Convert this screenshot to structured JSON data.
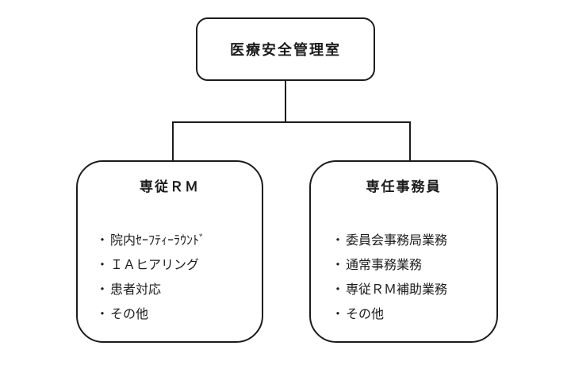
{
  "diagram": {
    "bullet": "・",
    "colors": {
      "line": "#1c1c1c",
      "text": "#1c1c1c",
      "background": "#ffffff"
    },
    "root": {
      "label": "医療安全管理室"
    },
    "children": [
      {
        "title": "専従ＲＭ",
        "items": [
          "院内ｾｰﾌﾃｨｰﾗｳﾝﾄﾞ",
          "ＩＡヒアリング",
          "患者対応",
          "その他"
        ]
      },
      {
        "title": "専任事務員",
        "items": [
          "委員会事務局業務",
          "通常事務業務",
          "専従ＲＭ補助業務",
          "その他"
        ]
      }
    ]
  }
}
